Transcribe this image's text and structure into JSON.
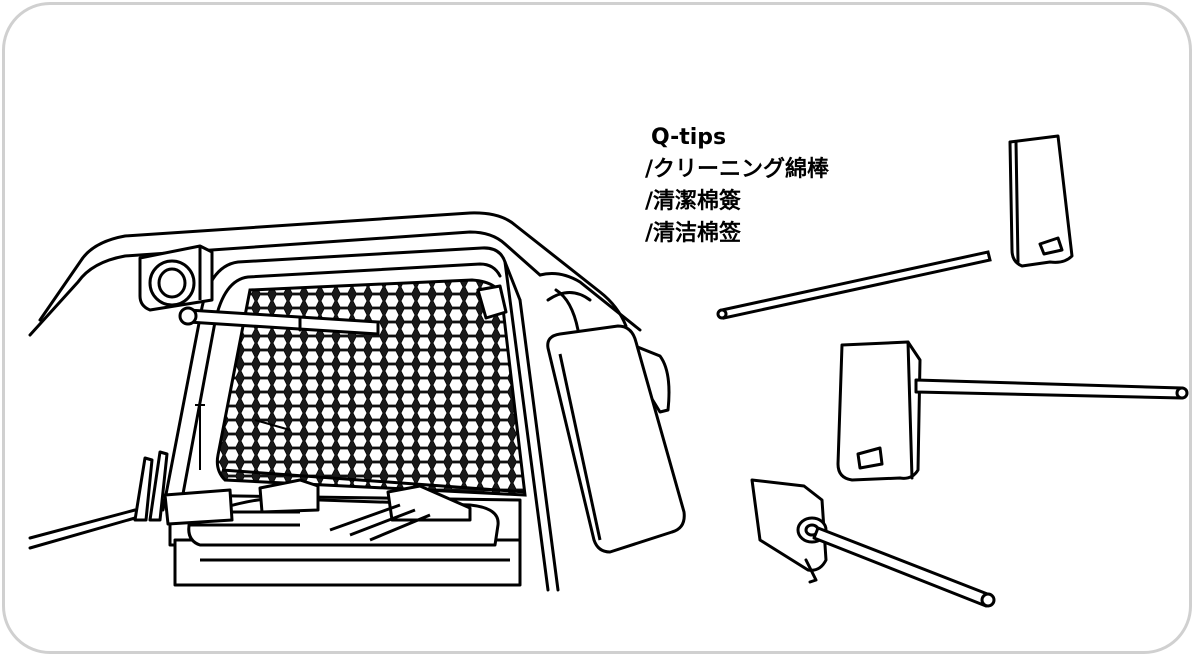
{
  "caption": {
    "lines": [
      "Q-tips",
      "/クリーニング綿棒",
      "/清潔棉簽",
      "/清洁棉签"
    ]
  },
  "colors": {
    "stroke": "#000000",
    "background": "#ffffff",
    "frame": "#d0d0d0"
  },
  "illustration": {
    "subject": "machine-fan-grille-cleaning",
    "tool": "cotton-swab"
  }
}
